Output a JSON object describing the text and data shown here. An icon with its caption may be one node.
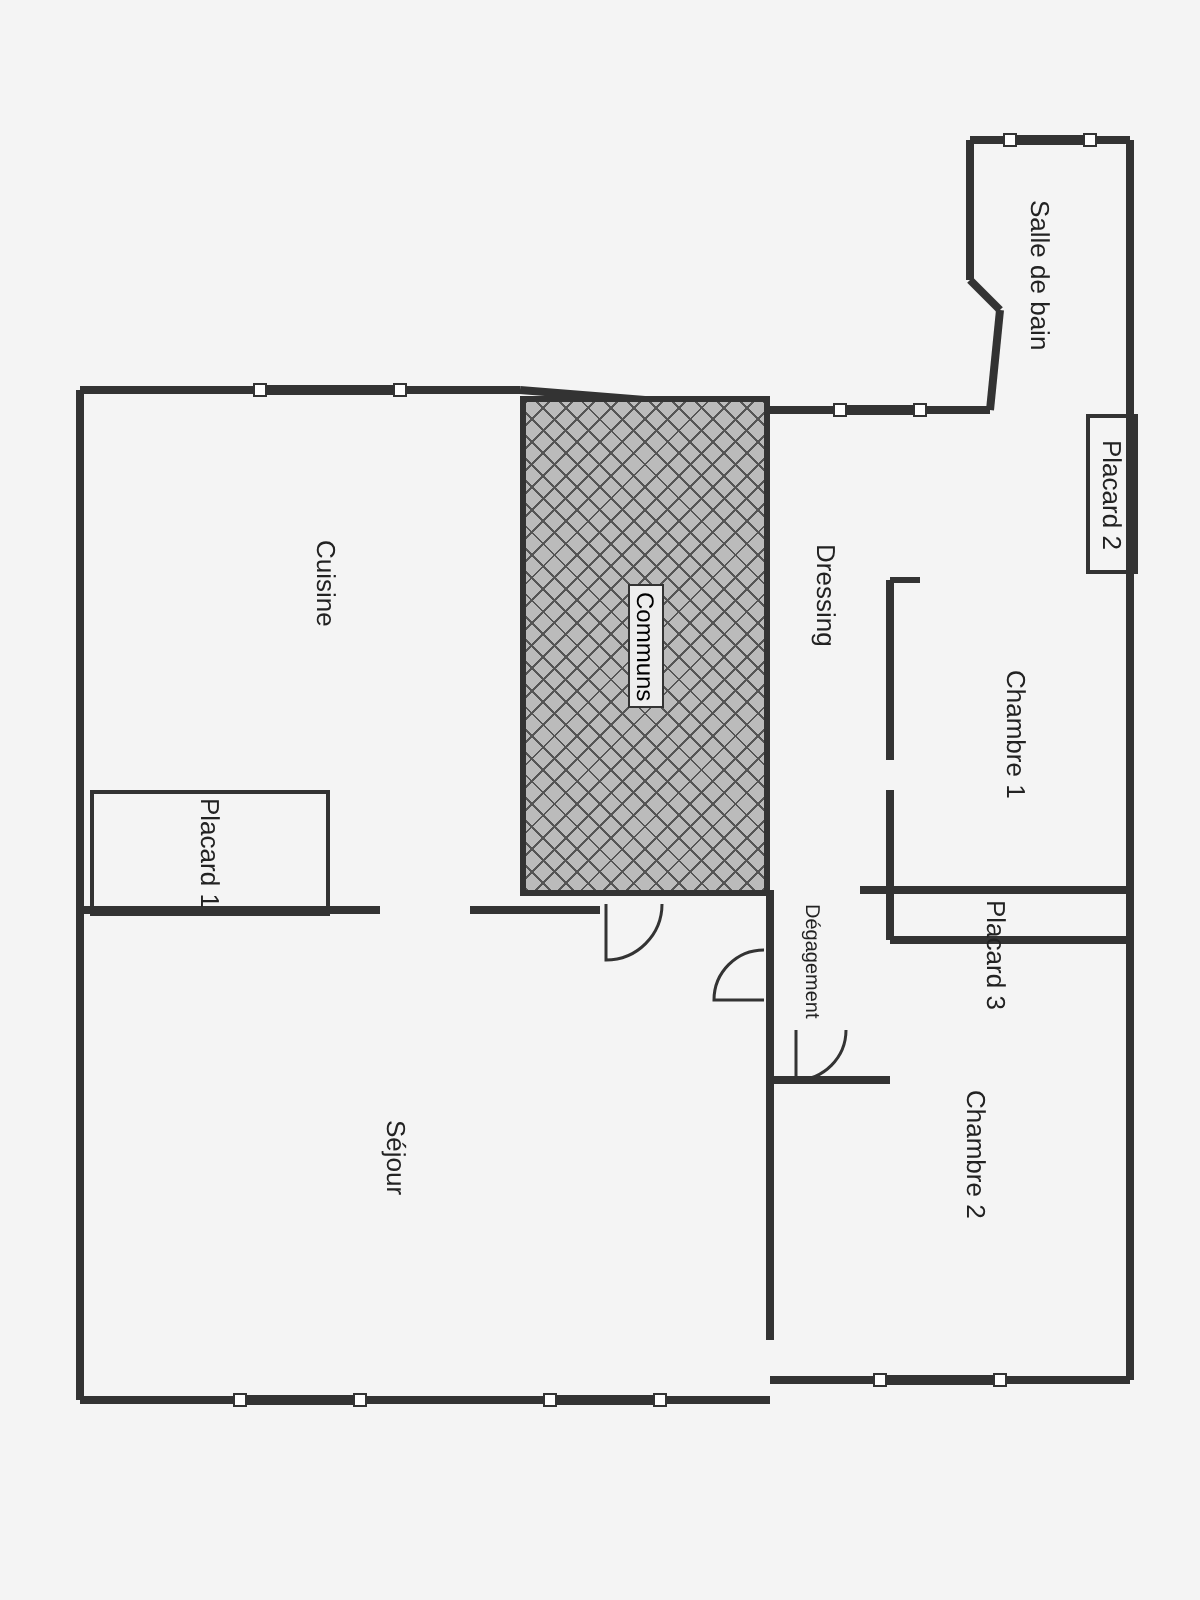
{
  "diagram": {
    "nodes": [
      {
        "text": [
          "Salle de bain"
        ]
      },
      {
        "text": [
          "Placard 2"
        ]
      },
      {
        "text": [
          "Dressing"
        ]
      },
      {
        "text": [
          "Chambre 1"
        ]
      },
      {
        "text": [
          "Cuisine"
        ]
      },
      {
        "text": [
          "Communs"
        ]
      },
      {
        "text": [
          "Placard 1"
        ]
      },
      {
        "text": [
          "Placard 3"
        ]
      },
      {
        "text": [
          "Dégagement"
        ]
      },
      {
        "text": [
          "Chambre 2"
        ]
      },
      {
        "text": [
          "Séjour"
        ]
      }
    ]
  }
}
